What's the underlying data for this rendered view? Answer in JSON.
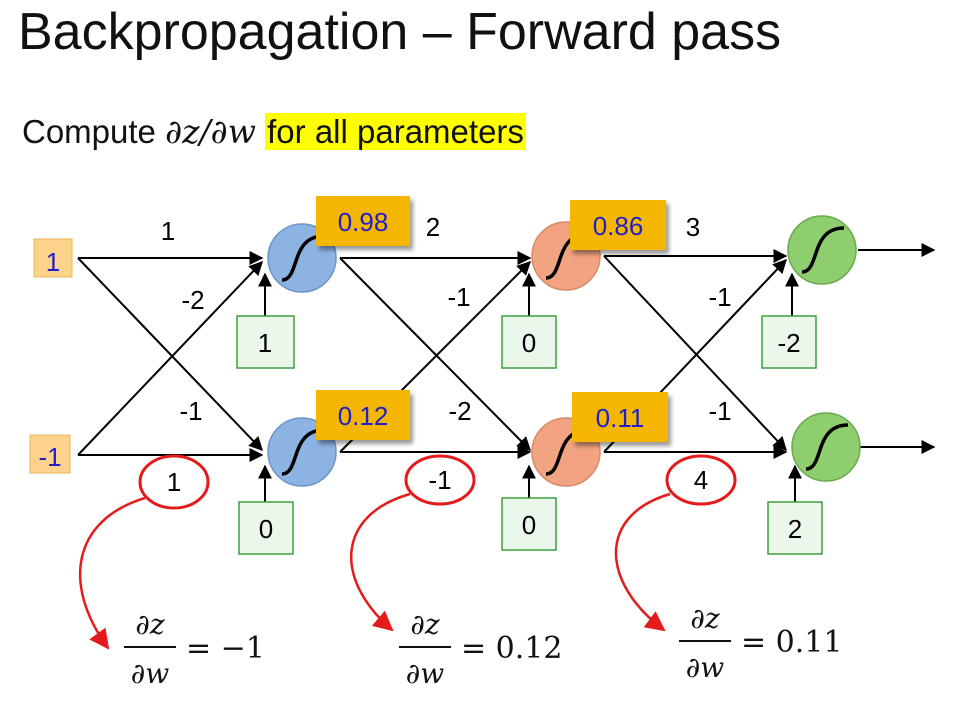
{
  "title": "Backpropagation – Forward pass",
  "subtitle": {
    "prefix": "Compute ",
    "math": "∂z/∂w",
    "highlight": "for all parameters"
  },
  "inputs": [
    "1",
    "-1"
  ],
  "weights": {
    "layer1": [
      "1",
      "-2",
      "-1",
      "1"
    ],
    "layer2": [
      "2",
      "-1",
      "-2",
      "-1"
    ],
    "layer3": [
      "3",
      "-1",
      "-1",
      "4"
    ]
  },
  "biases": {
    "layer1": [
      "1",
      "0"
    ],
    "layer2": [
      "0",
      "0"
    ],
    "layer3": [
      "-2",
      "2"
    ]
  },
  "activations": {
    "layer1": [
      "0.98",
      "0.12"
    ],
    "layer2": [
      "0.86",
      "0.11"
    ]
  },
  "derivatives": [
    {
      "numerator": "∂z",
      "denominator": "∂w",
      "equals": "= −1"
    },
    {
      "numerator": "∂z",
      "denominator": "∂w",
      "equals": "= 0.12"
    },
    {
      "numerator": "∂z",
      "denominator": "∂w",
      "equals": "= 0.11"
    }
  ],
  "colors": {
    "input_box": "#fdd28a",
    "input_text": "#1f1fcc",
    "activation_box": "#f5b600",
    "activation_text": "#1f1fcc",
    "bias_box_fill": "#eaf7ea",
    "bias_box_border": "#3ea13e",
    "neuron_layer1": "#8db3e2",
    "neuron_layer2": "#f2a482",
    "neuron_layer3": "#8fce6e",
    "highlight": "#ffff00",
    "red_annotation": "#e41b1b"
  },
  "icons": {
    "neuron": "sigmoid-curve-icon",
    "output": "arrow-right-icon"
  }
}
